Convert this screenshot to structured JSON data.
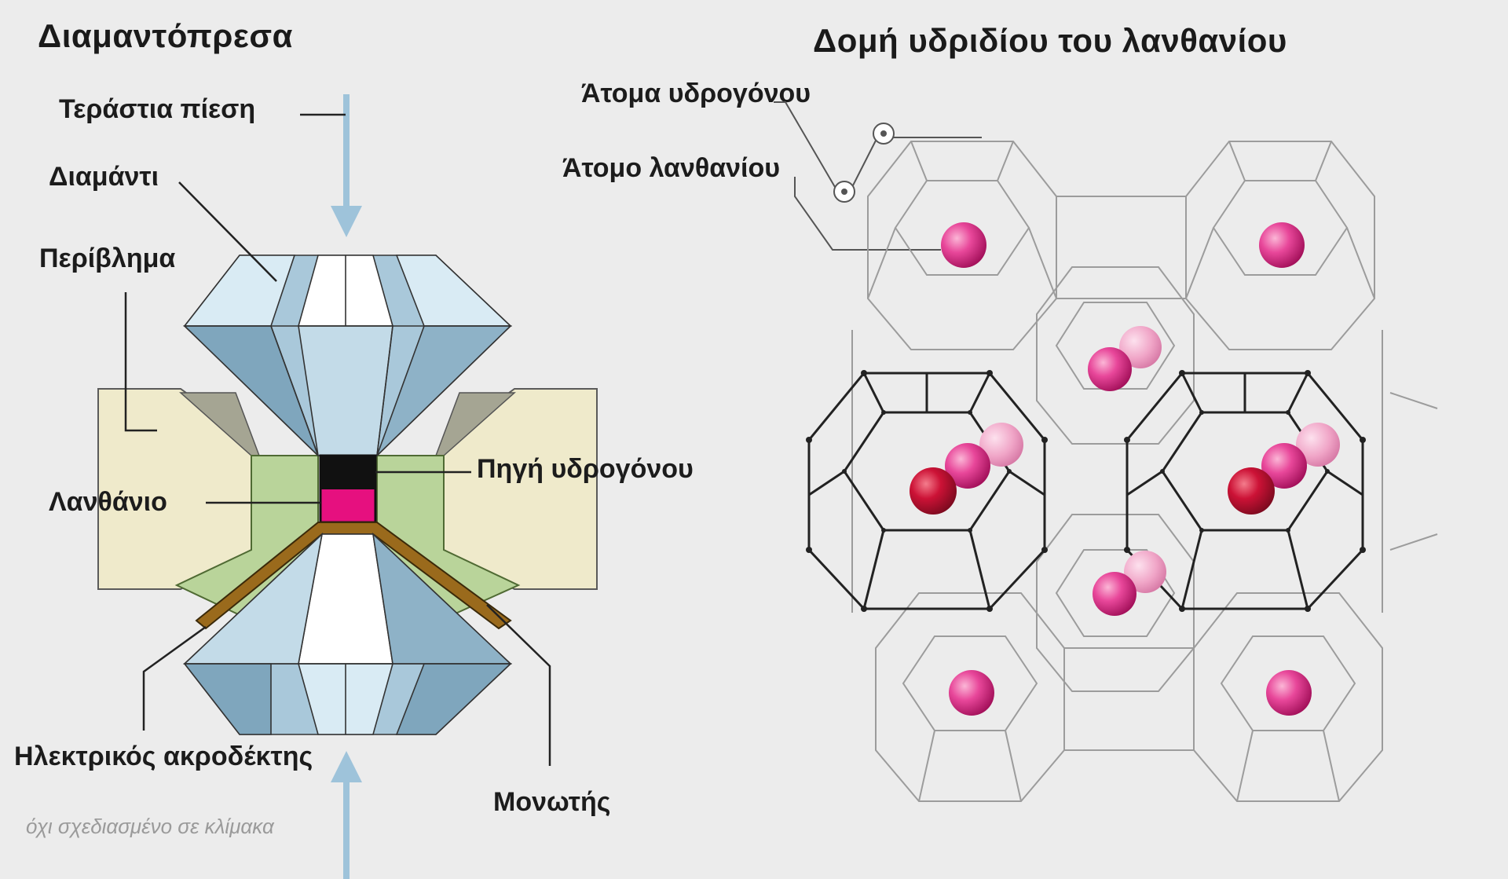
{
  "left_panel": {
    "title": "Διαμαντόπρεσα",
    "labels": {
      "pressure": "Τεράστια πίεση",
      "diamond": "Διαμάντι",
      "casing": "Περίβλημα",
      "hydrogen_source": "Πηγή υδρογόνου",
      "lanthanum": "Λανθάνιο",
      "electrode": "Ηλεκτρικός ακροδέκτης",
      "insulator": "Μονωτής"
    },
    "note": "όχι σχεδιασμένο σε κλίμακα"
  },
  "right_panel": {
    "title": "Δομή υδριδίου του λανθανίου",
    "labels": {
      "hydrogen_atoms": "Άτομα υδρογόνου",
      "lanthanum_atom": "Άτομο λανθανίου"
    }
  },
  "colors": {
    "background": "#ececec",
    "diamond_light": "#d9ebf4",
    "diamond_mid": "#a9c8da",
    "diamond_dark": "#7fa6bd",
    "casing": "#efeacb",
    "gasket_green": "#b9d49a",
    "lanthanum_magenta": "#e6107f",
    "hydrogen_black": "#111111",
    "insulator_brown": "#9a6a1c",
    "arrow_blue": "#9ec3da",
    "atom_pink": "#e23d8e",
    "atom_red": "#c8102e",
    "lattice_grey": "#9c9c9c",
    "lattice_dark": "#222222"
  }
}
